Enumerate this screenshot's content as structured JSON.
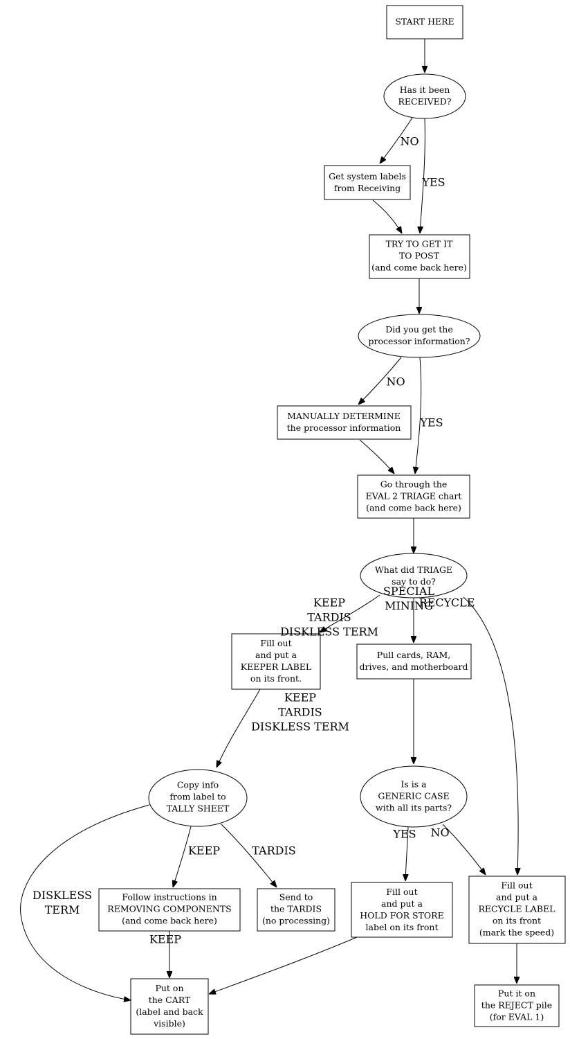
{
  "nodes": {
    "start": [
      "START HERE"
    ],
    "received": [
      "Has it been",
      "RECEIVED?"
    ],
    "get_labels": [
      "Get system labels",
      "from Receiving"
    ],
    "post": [
      "TRY TO GET IT",
      "TO POST",
      "(and come back here)"
    ],
    "proc_info": [
      "Did you get the",
      "processor information?"
    ],
    "manual": [
      "MANUALLY DETERMINE",
      "the processor information"
    ],
    "triage": [
      "Go through the",
      "EVAL 2 TRIAGE chart",
      "(and come back here)"
    ],
    "triage_q": [
      "What did TRIAGE",
      "say to do?"
    ],
    "keeper": [
      "Fill out",
      "and put a",
      "KEEPER LABEL",
      "on its front."
    ],
    "pull": [
      "Pull cards, RAM,",
      "drives, and motherboard"
    ],
    "copy": [
      "Copy info",
      "from label to",
      "TALLY SHEET"
    ],
    "generic": [
      "Is is a",
      "GENERIC CASE",
      "with all its parts?"
    ],
    "follow": [
      "Follow instructions in",
      "REMOVING COMPONENTS",
      "(and come back here)"
    ],
    "tardis": [
      "Send to",
      "the TARDIS",
      "(no processing)"
    ],
    "hold": [
      "Fill out",
      "and put a",
      "HOLD FOR STORE",
      "label on its front"
    ],
    "recycle": [
      "Fill out",
      "and put a",
      "RECYCLE LABEL",
      "on its front",
      "(mark the speed)"
    ],
    "cart": [
      "Put on",
      "the CART",
      "(label and back",
      "visible)"
    ],
    "reject": [
      "Put it on",
      "the REJECT pile",
      "(for EVAL 1)"
    ]
  },
  "edge_labels": {
    "received_no": [
      "NO"
    ],
    "received_yes": [
      "YES"
    ],
    "proc_no": [
      "NO"
    ],
    "proc_yes": [
      "YES"
    ],
    "triage_keep": [
      "KEEP",
      "TARDIS",
      "DISKLESS TERM"
    ],
    "triage_special": [
      "SPECIAL",
      "MINING"
    ],
    "triage_recycle": [
      "RECYCLE"
    ],
    "keeper_to_copy": [
      "KEEP",
      "TARDIS",
      "DISKLESS TERM"
    ],
    "copy_keep": [
      "KEEP"
    ],
    "copy_tardis": [
      "TARDIS"
    ],
    "copy_diskless": [
      "DISKLESS",
      "TERM"
    ],
    "follow_keep": [
      "KEEP"
    ],
    "generic_yes": [
      "YES"
    ],
    "generic_no": [
      "NO"
    ]
  }
}
